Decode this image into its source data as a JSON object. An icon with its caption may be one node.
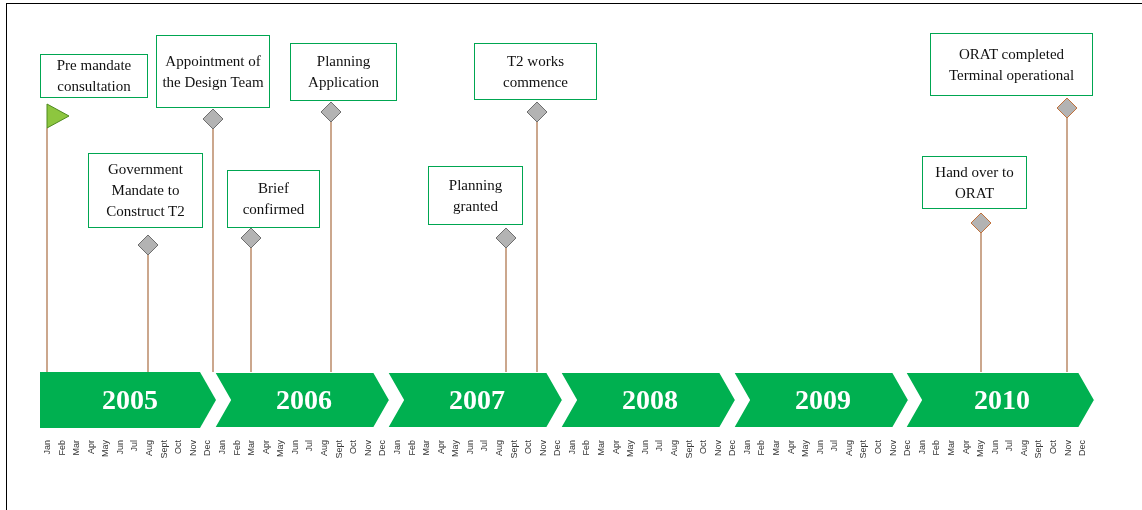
{
  "diagram": {
    "nodes": [
      {
        "text": [
          "Pre mandate consultation"
        ]
      },
      {
        "text": [],
        "shape": "triangle"
      },
      {
        "text": [
          "Government Mandate to Construct T2"
        ]
      },
      {
        "text": [],
        "shape": "diamond"
      },
      {
        "text": [
          "Appointment of the Design Team"
        ]
      },
      {
        "text": [],
        "shape": "diamond"
      },
      {
        "text": [
          "Brief confirmed"
        ]
      },
      {
        "text": [],
        "shape": "diamond"
      },
      {
        "text": [
          "Planning Application"
        ]
      },
      {
        "text": [],
        "shape": "diamond"
      },
      {
        "text": [
          "Planning granted"
        ]
      },
      {
        "text": [],
        "shape": "diamond"
      },
      {
        "text": [
          "T2 works commence"
        ]
      },
      {
        "text": [],
        "shape": "diamond"
      },
      {
        "text": [
          "Hand over to ORAT"
        ]
      },
      {
        "text": [],
        "shape": "diamond"
      },
      {
        "text": [
          "ORAT completed Terminal operational"
        ]
      },
      {
        "text": [],
        "shape": "diamond"
      },
      {
        "text": [
          "2005"
        ]
      },
      {
        "text": [
          "2006"
        ]
      },
      {
        "text": [
          "2007"
        ]
      },
      {
        "text": [
          "2008"
        ]
      },
      {
        "text": [
          "2009"
        ]
      },
      {
        "text": [
          "2010"
        ]
      }
    ],
    "edges": [
      {
        "from": 1,
        "to": 18,
        "arrow": "none"
      },
      {
        "from": 3,
        "to": 18,
        "arrow": "none"
      },
      {
        "from": 5,
        "to": 18,
        "arrow": "none"
      },
      {
        "from": 7,
        "to": 19,
        "arrow": "none"
      },
      {
        "from": 9,
        "to": 19,
        "arrow": "none"
      },
      {
        "from": 11,
        "to": 20,
        "arrow": "none"
      },
      {
        "from": 13,
        "to": 20,
        "arrow": "none"
      },
      {
        "from": 15,
        "to": 23,
        "arrow": "none"
      },
      {
        "from": 17,
        "to": 23,
        "arrow": "none"
      }
    ],
    "labels": [
      "Jan",
      "Feb",
      "Mar",
      "Apr",
      "May",
      "Jun",
      "Jul",
      "Aug",
      "Sept",
      "Oct",
      "Nov",
      "Dec",
      "Jan",
      "Feb",
      "Mar",
      "Apr",
      "May",
      "Jun",
      "Jul",
      "Aug",
      "Sept",
      "Oct",
      "Nov",
      "Dec",
      "Jan",
      "Feb",
      "Mar",
      "Apr",
      "May",
      "Jun",
      "Jul",
      "Aug",
      "Sept",
      "Oct",
      "Nov",
      "Dec",
      "Jan",
      "Feb",
      "Mar",
      "Apr",
      "May",
      "Jun",
      "Jul",
      "Aug",
      "Sept",
      "Oct",
      "Nov",
      "Dec",
      "Jan",
      "Feb",
      "Mar",
      "Apr",
      "May",
      "Jun",
      "Jul",
      "Aug",
      "Sept",
      "Oct",
      "Nov",
      "Dec",
      "Jan",
      "Feb",
      "Mar",
      "Apr",
      "May",
      "Jun",
      "Jul",
      "Aug",
      "Sept",
      "Oct",
      "Nov",
      "Dec"
    ]
  }
}
